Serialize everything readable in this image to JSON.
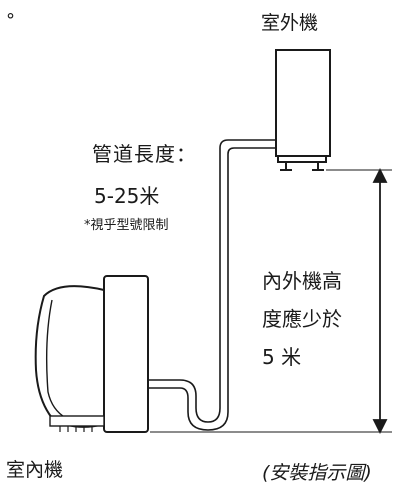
{
  "labels": {
    "dot": "°",
    "outdoor_unit": "室外機",
    "pipe_length_label": "管道長度：",
    "pipe_length_value": "5-25米",
    "model_limit_note": "*視乎型號限制",
    "height_line1": "內外機高",
    "height_line2": "度應少於",
    "height_line3": "5 米",
    "indoor_unit": "室內機",
    "caption": "(安裝指示圖)"
  },
  "colors": {
    "stroke": "#1a1a1a",
    "fill": "#ffffff",
    "text": "#1a1a1a"
  }
}
